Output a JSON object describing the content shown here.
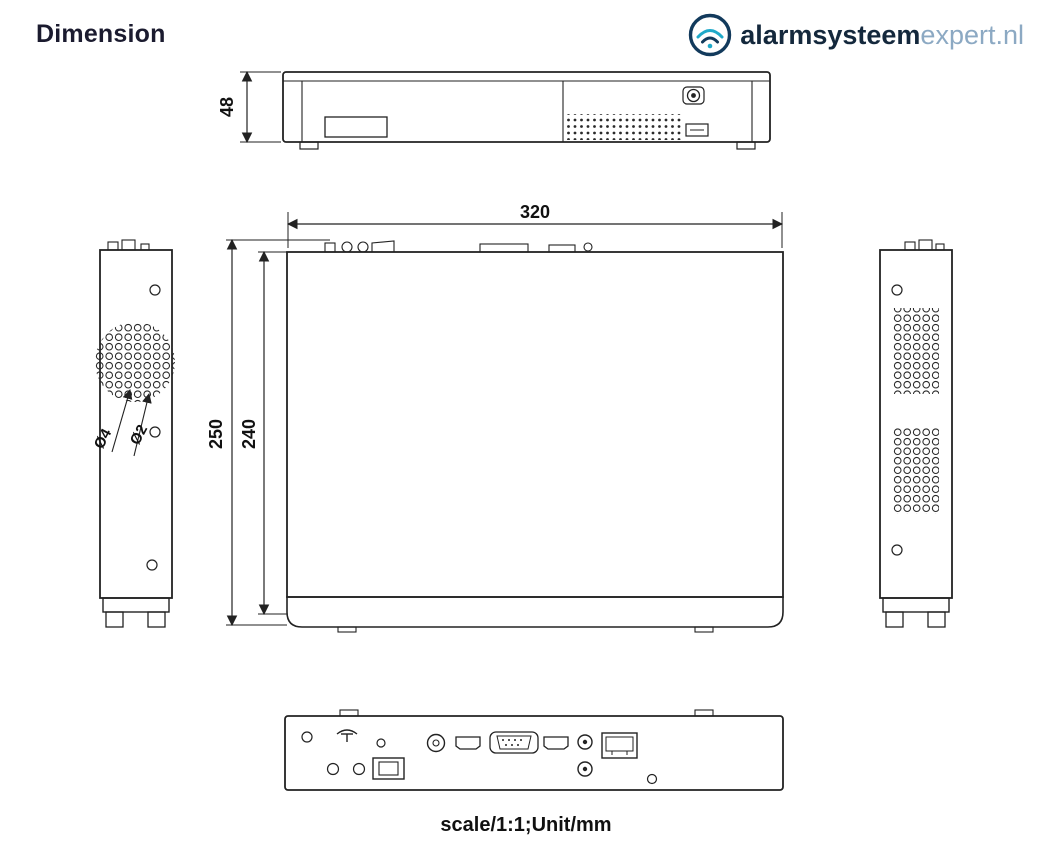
{
  "header": {
    "title": "Dimension"
  },
  "logo": {
    "brand_bold": "alarmsysteem",
    "brand_light": "expert",
    "brand_tld": ".nl"
  },
  "dimensions": {
    "front_height_mm": "48",
    "width_mm": "320",
    "depth_outer_mm": "250",
    "depth_inner_mm": "240",
    "hole_dia_large": "Ø4",
    "hole_dia_small": "Ø2"
  },
  "footer": {
    "scale_note": "scale/1:1;Unit/mm"
  },
  "colors": {
    "line": "#222222",
    "accent_teal": "#1fa9c9",
    "brand_dark": "#14283c",
    "brand_light": "#8ca9c3"
  }
}
